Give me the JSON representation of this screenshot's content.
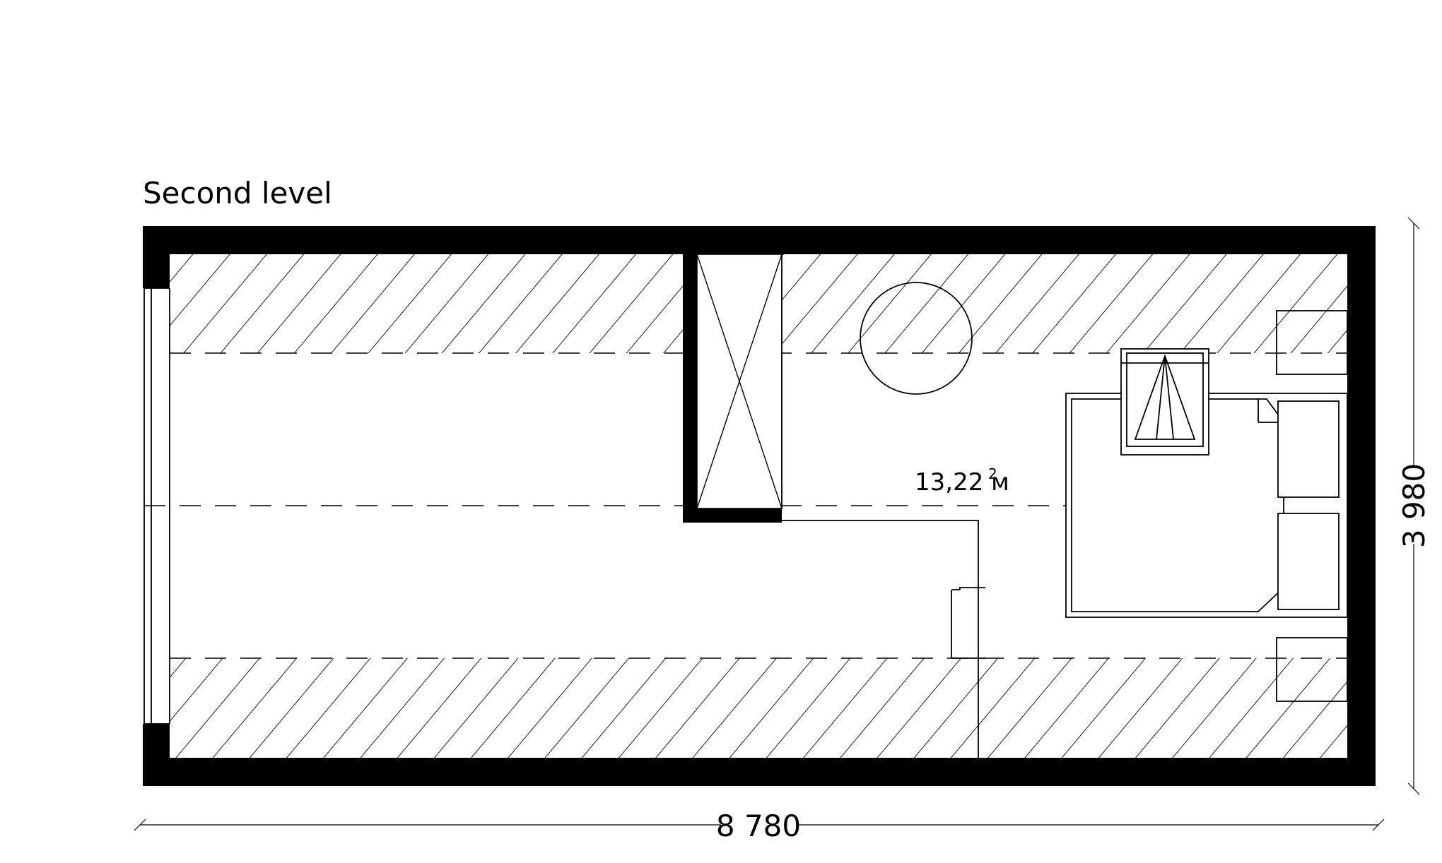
{
  "plan": {
    "title": "Second level",
    "area": {
      "value": "13,22 м",
      "superscript": "2"
    },
    "dimensions": {
      "width": "8 780",
      "height": "3 980"
    }
  }
}
